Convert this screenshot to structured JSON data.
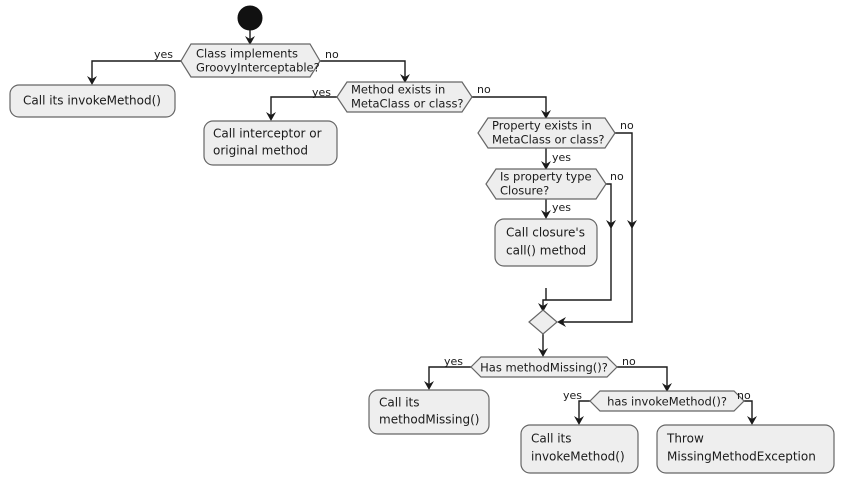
{
  "diagram": {
    "title": "Groovy method dispatch flowchart",
    "type": "activity-flowchart",
    "colors": {
      "node_fill": "#EEEEEE",
      "node_stroke": "#666666",
      "edge_stroke": "#1A1A1A",
      "start_node": "#111111",
      "background": "#FFFFFF"
    },
    "start": {
      "label": "start-node"
    },
    "decisions": [
      {
        "id": "d1",
        "line1": "Class implements",
        "line2": "GroovyInterceptable?",
        "yes_label": "yes",
        "no_label": "no"
      },
      {
        "id": "d2",
        "line1": "Method exists in",
        "line2": "MetaClass or class?",
        "yes_label": "yes",
        "no_label": "no"
      },
      {
        "id": "d3",
        "line1": "Property exists in",
        "line2": "MetaClass or class?",
        "yes_label": "yes",
        "no_label": "no"
      },
      {
        "id": "d4",
        "line1": "Is property type",
        "line2": "Closure?",
        "yes_label": "yes",
        "no_label": "no"
      },
      {
        "id": "d5",
        "line1": "Has methodMissing()?",
        "line2": "",
        "yes_label": "yes",
        "no_label": "no"
      },
      {
        "id": "d6",
        "line1": "has invokeMethod()?",
        "line2": "",
        "yes_label": "yes",
        "no_label": "no"
      }
    ],
    "actions": [
      {
        "id": "a1",
        "line1": "Call its invokeMethod()",
        "line2": ""
      },
      {
        "id": "a2",
        "line1": "Call interceptor or",
        "line2": "original method"
      },
      {
        "id": "a3",
        "line1": "Call closure's",
        "line2": "call() method"
      },
      {
        "id": "a4",
        "line1": "Call its",
        "line2": "methodMissing()"
      },
      {
        "id": "a5",
        "line1": "Call its",
        "line2": "invokeMethod()"
      },
      {
        "id": "a6",
        "line1": "Throw",
        "line2": "MissingMethodException"
      }
    ],
    "merge": {
      "label": "merge-node"
    }
  }
}
